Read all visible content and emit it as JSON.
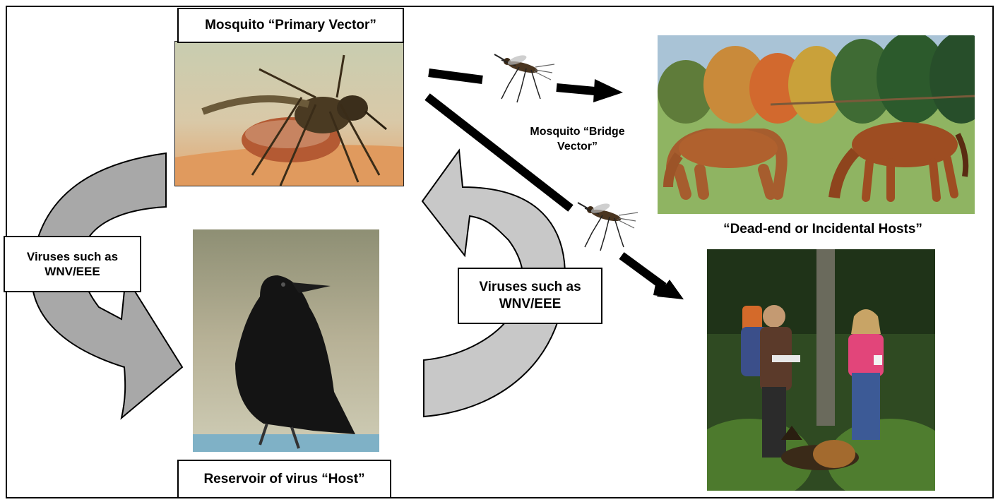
{
  "labels": {
    "primary_vector": "Mosquito “Primary Vector”",
    "bridge_vector_line1": "Mosquito “Bridge",
    "bridge_vector_line2": "Vector”",
    "dead_end_hosts": "“Dead-end or Incidental Hosts”",
    "viruses_left_line1": "Viruses such as",
    "viruses_left_line2": "WNV/EEE",
    "viruses_center_line1": "Viruses such as",
    "viruses_center_line2": "WNV/EEE",
    "reservoir_host": "Reservoir of virus “Host”"
  },
  "colors": {
    "cycle_arrow_dark": "#a8a8a8",
    "cycle_arrow_light": "#c8c8c8",
    "arrow_black": "#000000"
  }
}
